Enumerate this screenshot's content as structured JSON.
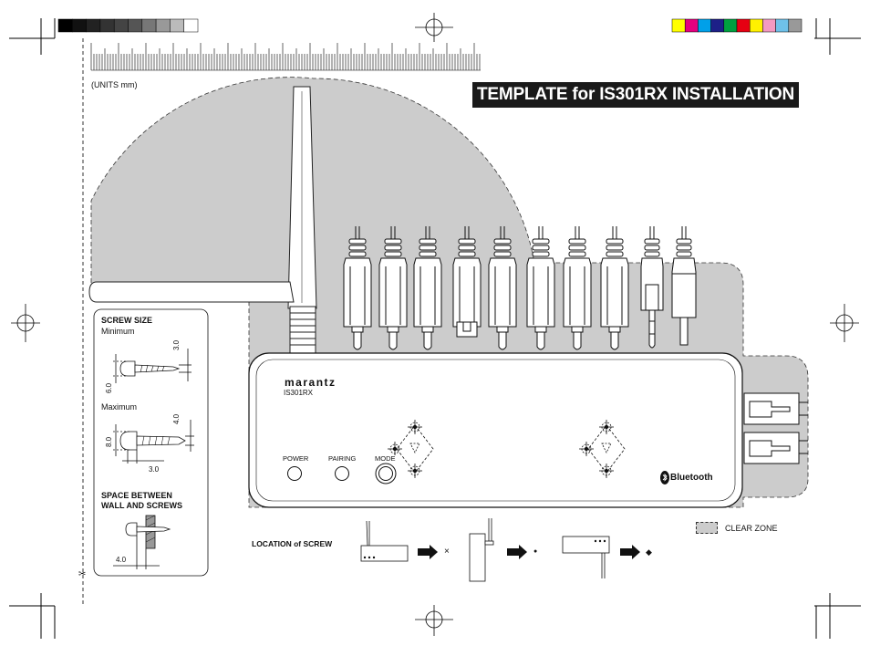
{
  "title": "TEMPLATE for IS301RX INSTALLATION",
  "units": "(UNITS mm)",
  "screw_size": {
    "heading": "SCREW SIZE",
    "minimum_label": "Minimum",
    "minimum_head": "6.0",
    "minimum_shaft": "3.0",
    "maximum_label": "Maximum",
    "maximum_head": "8.0",
    "maximum_shaft": "4.0",
    "maximum_length": "3.0"
  },
  "space_between": {
    "heading": "SPACE BETWEEN\nWALL AND SCREWS",
    "value": "4.0"
  },
  "device": {
    "brand": "marantz",
    "model": "IS301RX",
    "buttons": [
      "POWER",
      "PAIRING",
      "MODE"
    ],
    "bluetooth": "Bluetooth"
  },
  "location": {
    "label": "LOCATION of SCREW",
    "marks": [
      "×",
      "●",
      "◆"
    ]
  },
  "legend": {
    "clear_zone": "CLEAR ZONE",
    "clear_zone_color": "#cccccc"
  },
  "color_bar": [
    "#ffff00",
    "#e4007f",
    "#00a0e9",
    "#1d2088",
    "#00a040",
    "#e60012",
    "#fff100",
    "#f49ac1",
    "#6fc1e9",
    "#999999"
  ],
  "gray_bar": [
    "#000000",
    "#111111",
    "#222222",
    "#333333",
    "#444444",
    "#555555",
    "#777777",
    "#999999",
    "#bbbbbb",
    "#ffffff"
  ]
}
